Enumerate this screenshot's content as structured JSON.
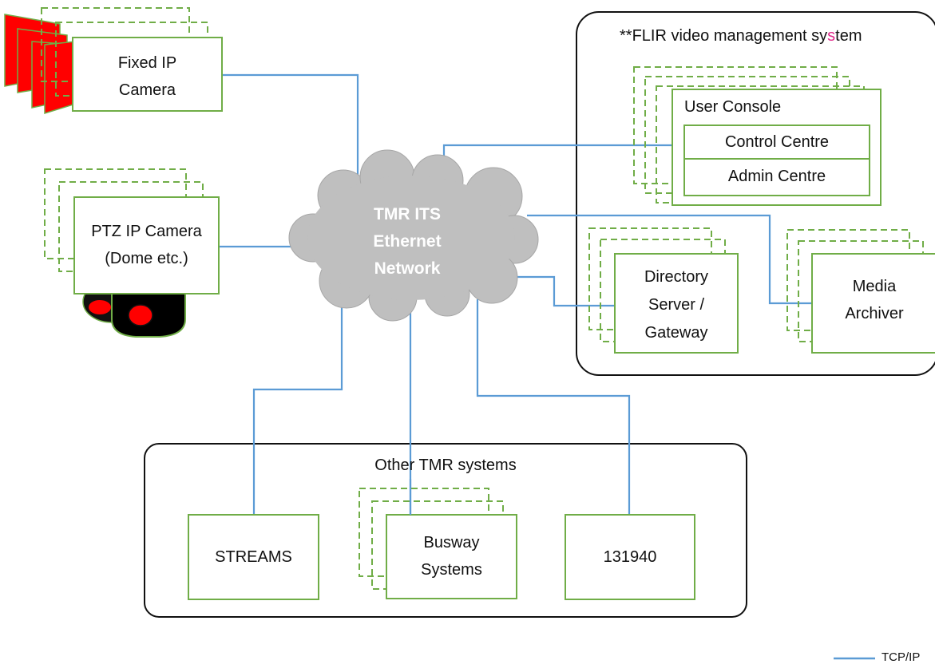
{
  "colors": {
    "link": "#5b9bd5",
    "box_border": "#70ad47",
    "cloud": "#bfbfbf",
    "camera_red": "#ff0000",
    "highlight": "#e0298a"
  },
  "network": {
    "lines": [
      "TMR ITS",
      "Ethernet",
      "Network"
    ]
  },
  "cameras": {
    "fixed": {
      "lines": [
        "Fixed IP",
        "Camera"
      ]
    },
    "ptz": {
      "lines": [
        "PTZ IP Camera",
        "(Dome etc.)"
      ]
    }
  },
  "flir": {
    "title_parts": [
      "**FLIR video management sy",
      "s",
      "tem"
    ],
    "user_console": {
      "title": "User Console",
      "items": [
        "Control Centre",
        "Admin Centre"
      ]
    },
    "directory": {
      "lines": [
        "Directory",
        "Server /",
        "Gateway"
      ]
    },
    "media": {
      "lines": [
        "Media",
        "Archiver"
      ]
    }
  },
  "other": {
    "title": "Other TMR systems",
    "streams": {
      "lines": [
        "STREAMS"
      ]
    },
    "busway": {
      "lines": [
        "Busway",
        "Systems"
      ]
    },
    "n131940": {
      "lines": [
        "131940"
      ]
    }
  },
  "legend": {
    "label": "TCP/IP"
  }
}
